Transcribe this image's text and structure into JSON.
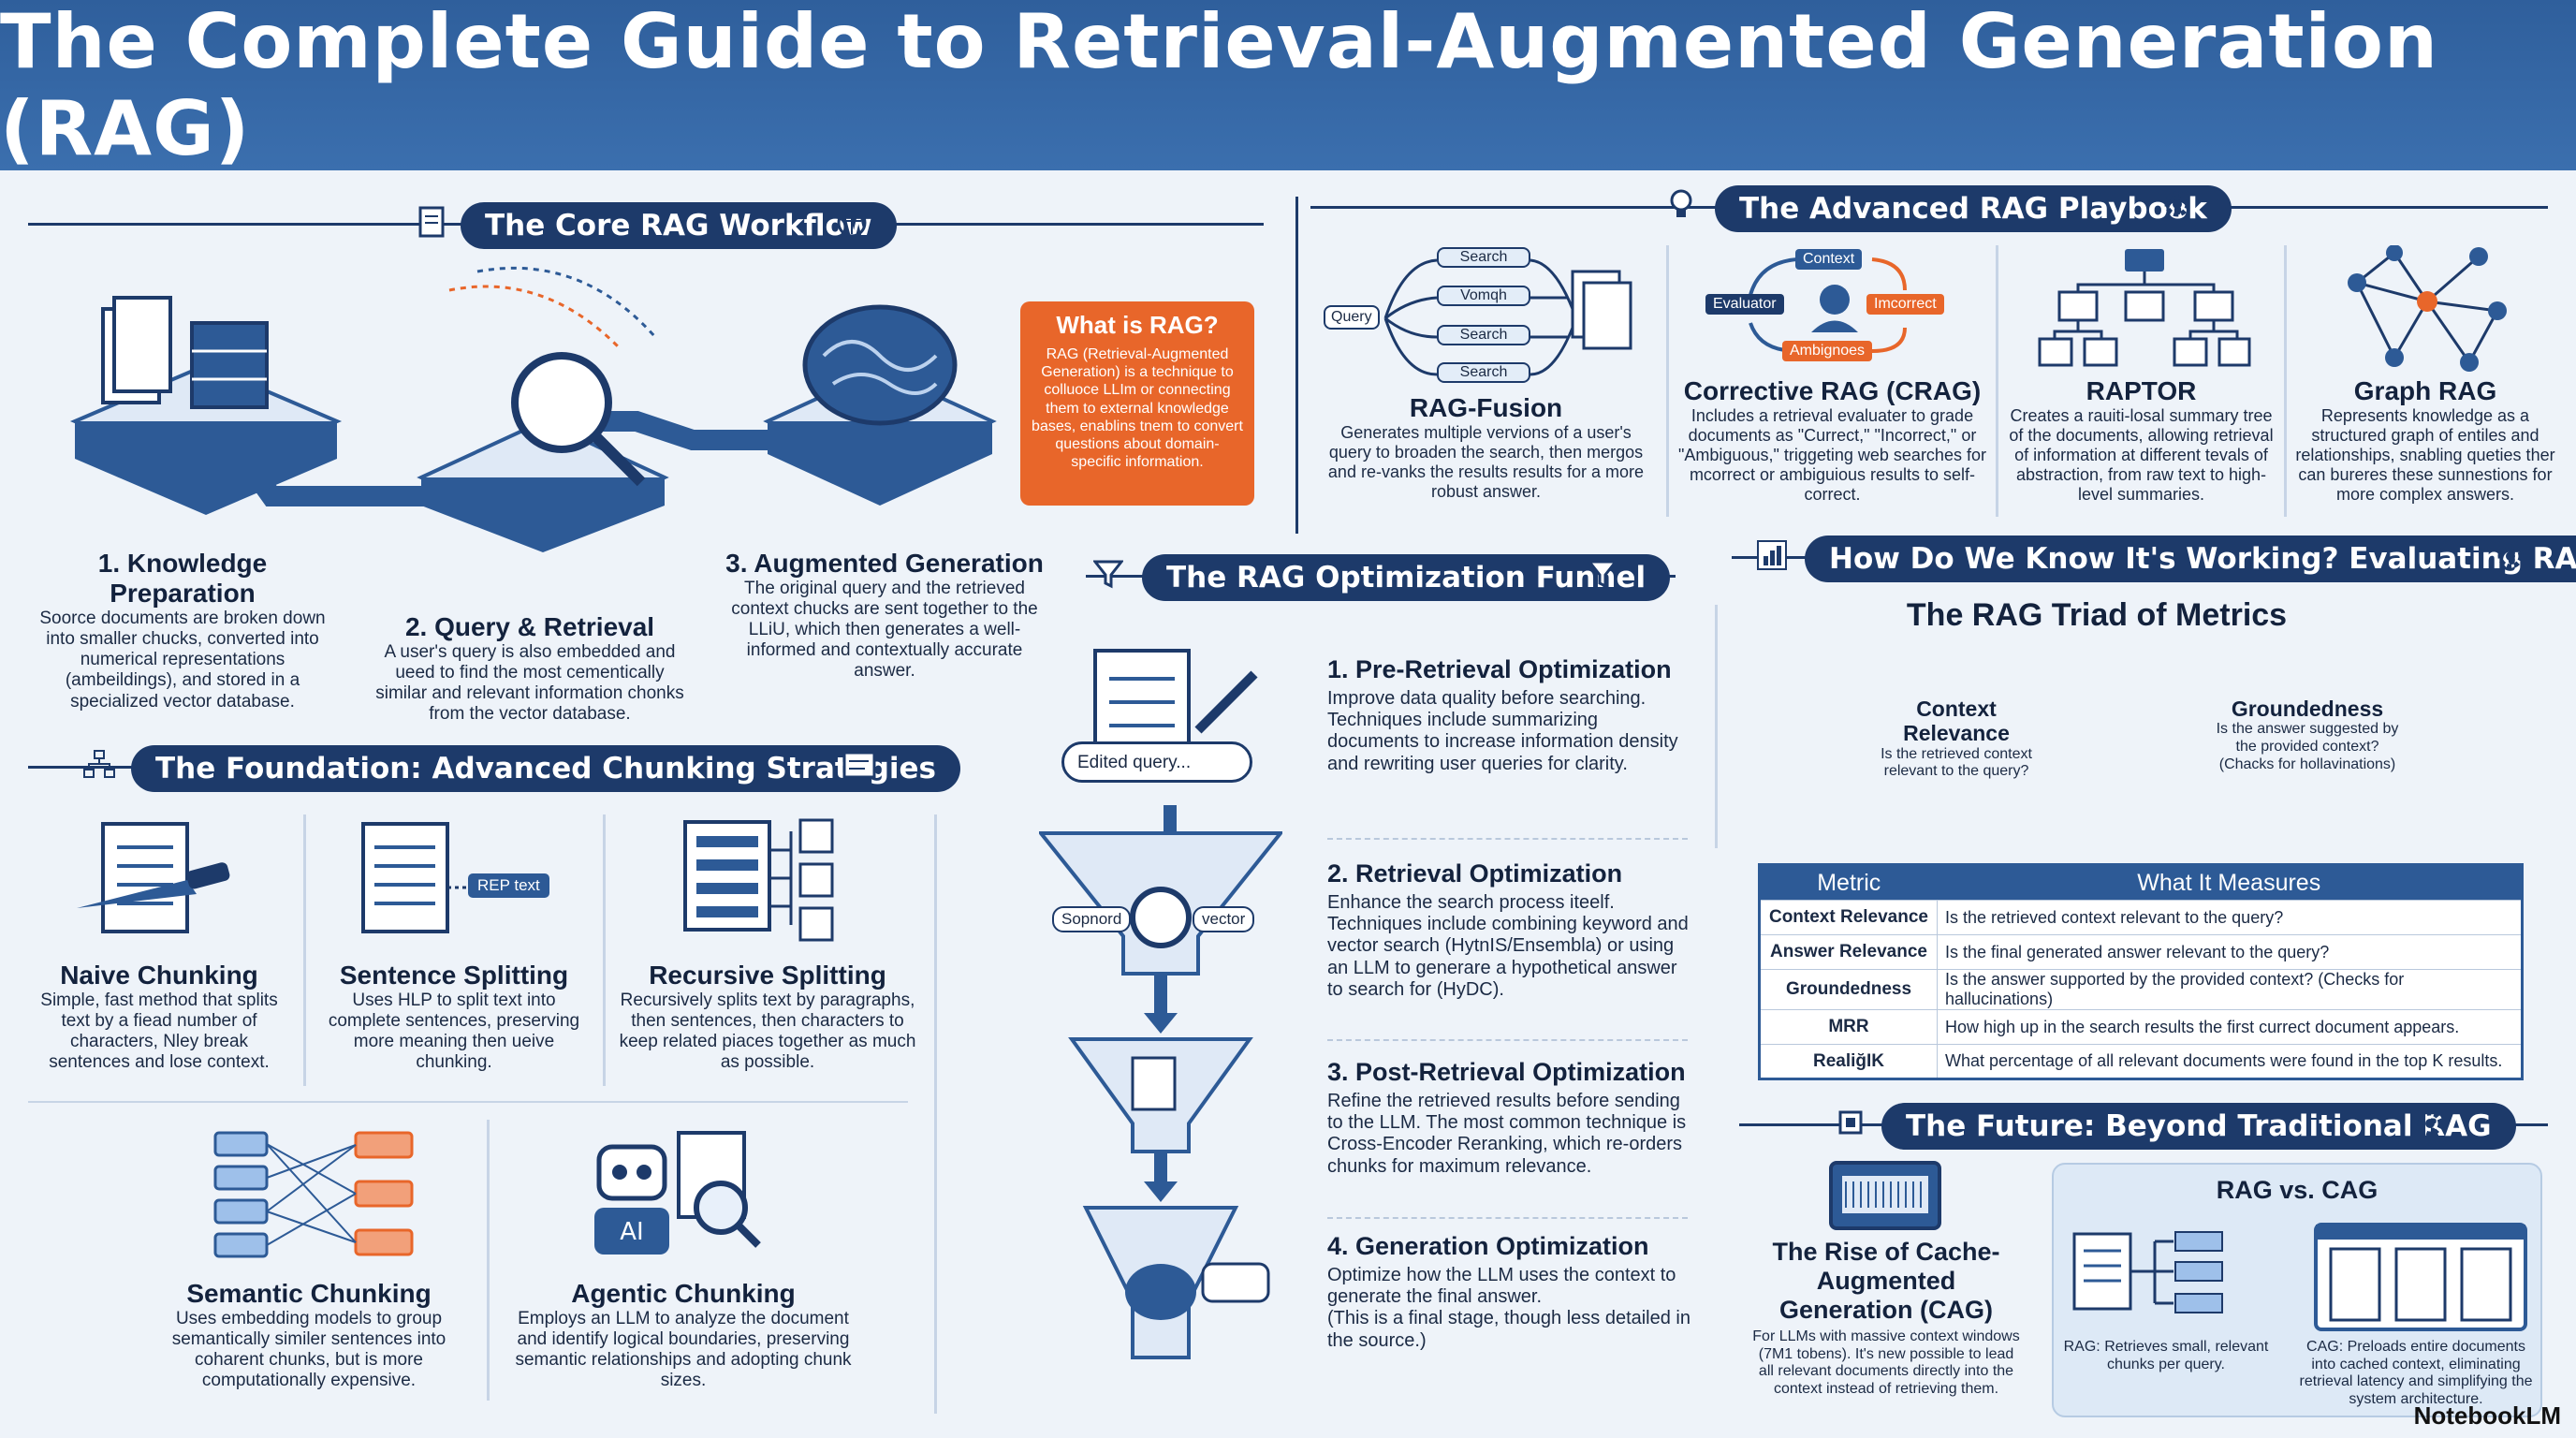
{
  "title": "The Complete Guide to Retrieval-Augmented Generation (RAG)",
  "core": {
    "heading": "The Core RAG Workflow",
    "steps": [
      {
        "title": "1. Knowledge Preparation",
        "desc": "Soorce documents are broken down into smaller chucks, converted into numerical representations (ambeildings), and stored in a specialized vector database."
      },
      {
        "title": "2. Query & Retrieval",
        "desc": "A user's query is also embedded and ueed to find the most cementically similar and relevant information chonks from the vector database."
      },
      {
        "title": "3. Augmented Generation",
        "desc": "The original query and the retrieved context chucks are sent together to the LLiU, which then generates a well-informed and contextually accurate answer."
      }
    ],
    "what": {
      "q": "What is RAG?",
      "a": "RAG (Retrieval-Augmented Generation) is a technique to colluoce LLIm or connecting them to external knowledge bases, enablins tnem to convert questions about domain-specific information."
    }
  },
  "chunking": {
    "heading": "The Foundation: Advanced Chunking Strategies",
    "tag": "REP text",
    "items": [
      {
        "title": "Naive Chunking",
        "desc": "Simple, fast method that splits text by a fiead number of characters, Nley break sentences and lose context."
      },
      {
        "title": "Sentence Splitting",
        "desc": "Uses HLP to split text into complete sentences, preserving more meaning then ueive chunking."
      },
      {
        "title": "Recursive Splitting",
        "desc": "Recursively splits text by paragraphs, then sentences, then characters to keep related piaces together as much as possible."
      },
      {
        "title": "Semantic Chunking",
        "desc": "Uses embedding models to group semantically similer sentences into coharent chunks, but is more computationally expensive."
      },
      {
        "title": "Agentic Chunking",
        "desc": "Employs an LLM to analyze the document and identify logical boundaries, preserving semantic relationships and adopting chunk sizes."
      }
    ]
  },
  "funnel": {
    "heading": "The RAG Optimization Funnel",
    "search_text": "Edited query...",
    "kw": "Sopnord",
    "vec": "vector",
    "steps": [
      {
        "title": "1. Pre-Retrieval Optimization",
        "desc": "Improve data quality before searching.\nTechniques include summarizing documents to increase information density and rewriting user queries for clarity."
      },
      {
        "title": "2. Retrieval Optimization",
        "desc": "Enhance the search process iteelf. Techniques include combining keyword and vector search (HytnIS/Ensembla) or using an LLM to generare a hypothetical answer to search for (HyDC)."
      },
      {
        "title": "3. Post-Retrieval Optimization",
        "desc": "Refine the retrieved results before sending to the LLM. The most common technique is Cross-Encoder Reranking, which re-orders chunks for maximum relevance."
      },
      {
        "title": "4. Generation Optimization",
        "desc": "Optimize how the LLM uses the context to generate the final answer.\n(This is a final stage, though less detailed in the source.)"
      }
    ]
  },
  "advanced": {
    "heading": "The Advanced RAG Playbook",
    "fusion": {
      "query": "Query",
      "searches": [
        "Search",
        "Vomqh",
        "Search",
        "Search"
      ]
    },
    "crag": {
      "context": "Context",
      "evaluator": "Evaluator",
      "incorrect": "Imcorrect",
      "ambiguous": "Ambignoes"
    },
    "items": [
      {
        "title": "RAG-Fusion",
        "desc": "Generates multiple vervions of a user's query to broaden the search, then mergos and re-vanks the results results for a more robust answer."
      },
      {
        "title": "Corrective RAG (CRAG)",
        "desc": "Includes a retrieval evaluater to grade documents as \"Currect,\" \"Incorrect,\" or \"Ambiguous,\" triggeting web searches for mcorrect or ambiguious results to self-correct."
      },
      {
        "title": "RAPTOR",
        "desc": "Creates a rauiti-losal summary tree of the documents, allowing retrieval of information at different tevals of abstraction, from raw text to high-level summaries."
      },
      {
        "title": "Graph RAG",
        "desc": "Represents knowledge as a structured graph of entiles and relationships, snabling queties ther can bureres these sunnestions for more complex answers."
      }
    ]
  },
  "eval": {
    "heading": "How Do We Know It's Working? Evaluating RAG",
    "triad_title": "The RAG Triad of Metrics",
    "cr": {
      "t": "Context Relevance",
      "d": "Is the retrieved context relevant to the query?"
    },
    "gr": {
      "t": "Groundedness",
      "d": "Is the answer suggested by the provided context? (Chacks for hollavinations)"
    },
    "headers": [
      "Metric",
      "What It Measures"
    ],
    "rows": [
      [
        "Context Relevance",
        "Is the retrieved context relevant to the query?"
      ],
      [
        "Answer Relevance",
        "Is the final generated answer relevant to the query?"
      ],
      [
        "Groundedness",
        "Is the answer supported by the provided context? (Checks for hallucinations)"
      ],
      [
        "MRR",
        "How high up in the search results the first currect document appears."
      ],
      [
        "RealiğIK",
        "What percentage of all relevant documents were found in the top K results."
      ]
    ]
  },
  "future": {
    "heading": "The Future: Beyond Traditional RAG",
    "cag_title": "The Rise of Cache-Augmented Generation (CAG)",
    "cag_desc": "For LLMs with massive context windows (7M1 tobens). It's new possible to lead all relevant documents directly into the context instead of retrieving them.",
    "vs_title": "RAG vs. CAG",
    "rag_desc": "RAG: Retrieves small, relevant chunks per query.",
    "cag_desc2": "CAG: Preloads entire documents into cached context, eliminating retrieval latency and simplifying the system architecture."
  },
  "logo": "NotebookLM",
  "colors": {
    "navy": "#1d3a6a",
    "accent": "#e8662a",
    "blue": "#2d5a96"
  }
}
